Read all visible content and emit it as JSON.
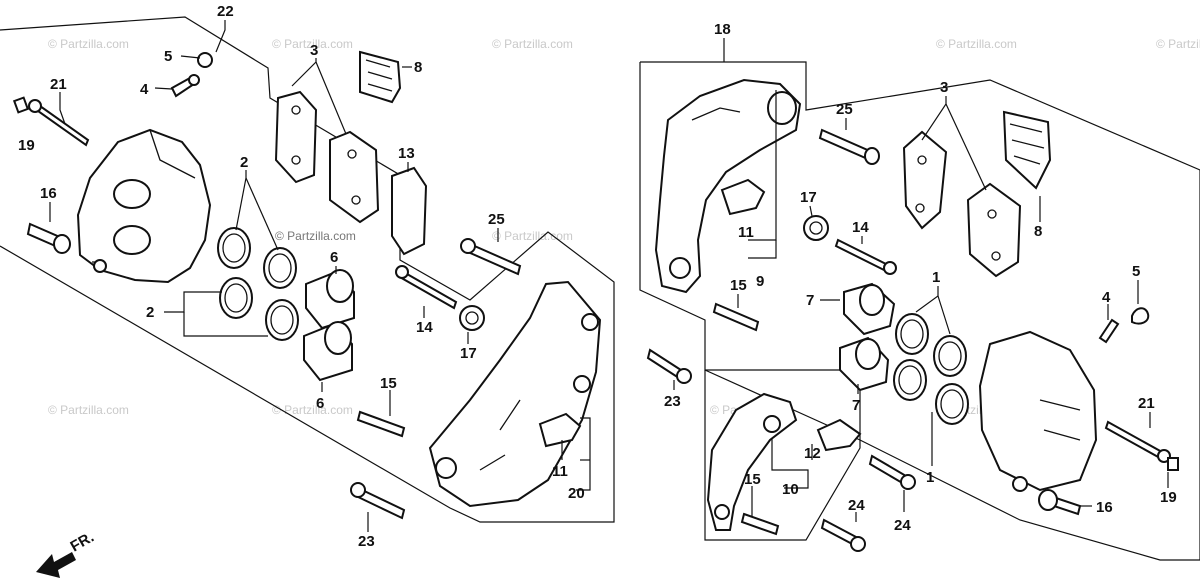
{
  "watermark": "© Partzilla.com",
  "direction_label": "FR.",
  "left_assembly": {
    "labels": {
      "l22": "22",
      "l5": "5",
      "l4": "4",
      "l3": "3",
      "l8": "8",
      "l21": "21",
      "l19": "19",
      "l2a": "2",
      "l13": "13",
      "l16": "16",
      "l25": "25",
      "l6a": "6",
      "l2b": "2",
      "l14": "14",
      "l17": "17",
      "l6b": "6",
      "l15": "15",
      "l11": "11",
      "l20": "20",
      "l23": "23"
    }
  },
  "right_assembly": {
    "labels": {
      "l18": "18",
      "l3": "3",
      "l25": "25",
      "l17": "17",
      "l8": "8",
      "l11": "11",
      "l9": "9",
      "l14": "14",
      "l1a": "1",
      "l5": "5",
      "l15a": "15",
      "l7a": "7",
      "l4": "4",
      "l23": "23",
      "l7b": "7",
      "l21": "21",
      "l12": "12",
      "l10": "10",
      "l1b": "1",
      "l15b": "15",
      "l16": "16",
      "l19": "19",
      "l24a": "24",
      "l24b": "24"
    }
  }
}
